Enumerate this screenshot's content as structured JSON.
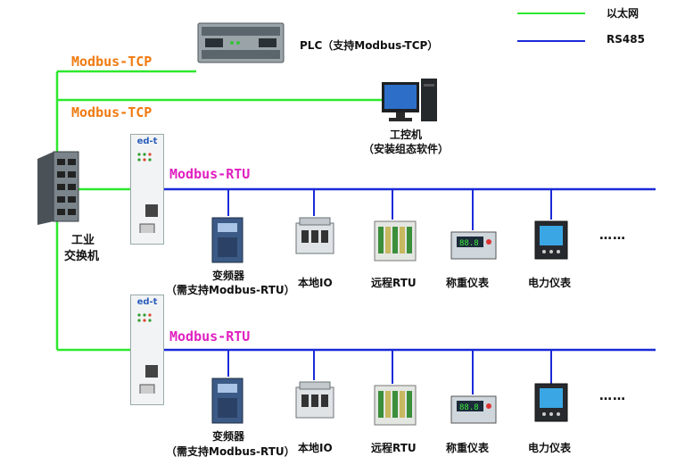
{
  "legend": {
    "ethernet_label": "以太网",
    "ethernet_color": "#2ee82e",
    "rs485_label": "RS485",
    "rs485_color": "#1a2ad8"
  },
  "protocols": {
    "tcp_top": "Modbus-TCP",
    "tcp_mid": "Modbus-TCP",
    "rtu_top": "Modbus-RTU",
    "rtu_bottom": "Modbus-RTU"
  },
  "devices": {
    "plc": "PLC（支持Modbus-TCP）",
    "ipc_line1": "工控机",
    "ipc_line2": "（安装组态软件）",
    "switch_line1": "工业",
    "switch_line2": "交换机",
    "gateway_logo": "ed-t"
  },
  "bus_top": {
    "vfd_line1": "变频器",
    "vfd_line2": "（需支持Modbus-RTU）",
    "local_io": "本地IO",
    "remote_rtu": "远程RTU",
    "weigh": "称重仪表",
    "power": "电力仪表",
    "more": "……"
  },
  "bus_bottom": {
    "vfd_line1": "变频器",
    "vfd_line2": "（需支持Modbus-RTU）",
    "local_io": "本地IO",
    "remote_rtu": "远程RTU",
    "weigh": "称重仪表",
    "power": "电力仪表",
    "more": "……"
  }
}
